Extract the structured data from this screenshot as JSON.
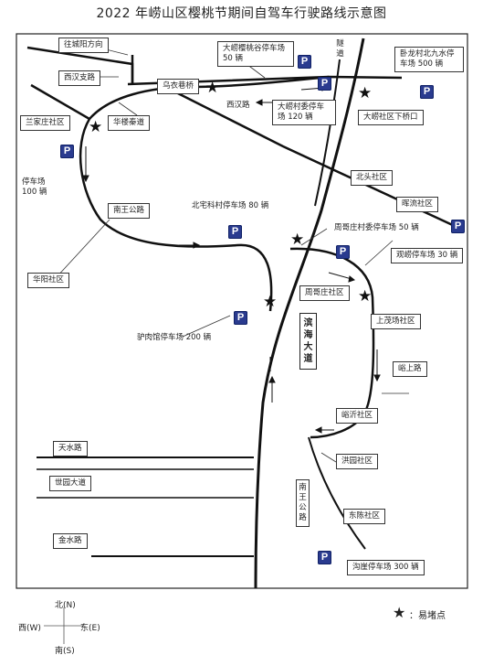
{
  "title": "2022 年崂山区樱桃节期间自驾车行驶路线示意图",
  "labels": {
    "wangchengyang": "往城阳方向",
    "xihanzhi": "西汉支路",
    "wuyixiangqiao": "乌衣巷桥",
    "xihanlu": "西汉路",
    "huaxiaosidao": "华楼秦道",
    "lanjiazhuang": "兰家庄社区",
    "parking_left": "停车场 100 辆",
    "nanwanggonglu_top": "南王公路",
    "huayang": "华阳社区",
    "beizhaike": "北宅科村停车场 80 辆",
    "lvroutang": "驴肉馆停车场 200 辆",
    "zhouge": "周哥庄社区",
    "binhai": "滨海大道",
    "suidao": "隧道",
    "dalao_peach": "大崂樱桃谷停车场 50 辆",
    "dalao_village": "大崂村委停车场 120 辆",
    "dalao_xiaqiao": "大崂社区下桥口",
    "wolong": "卧龙村北九水停车场 500 辆",
    "beitou": "北头社区",
    "huiliu": "晖流社区",
    "zhouge_parking": "周哥庄村委停车场 50 辆",
    "guanlan": "观崂停车场 30 辆",
    "shangmaochang": "上茂场社区",
    "haishang": "峪上路",
    "yuwei": "峪沂社区",
    "hongyuan": "洪园社区",
    "nanwanggonglu_bottom": "南王公路",
    "dongxu": "东陈社区",
    "goubian": "沟崖停车场 300 辆",
    "tianshui": "天水路",
    "shiyuan": "世园大道",
    "jinshui": "金水路"
  },
  "parking_icon": "P",
  "star_icon": "★",
  "compass": {
    "north": "北(N)",
    "south": "南(S)",
    "west": "西(W)",
    "east": "东(E)"
  },
  "legend": {
    "star": "★",
    "text": "：易堵点"
  },
  "colors": {
    "road": "#111111",
    "parking": "#2a3b8f",
    "frame": "#222222"
  }
}
